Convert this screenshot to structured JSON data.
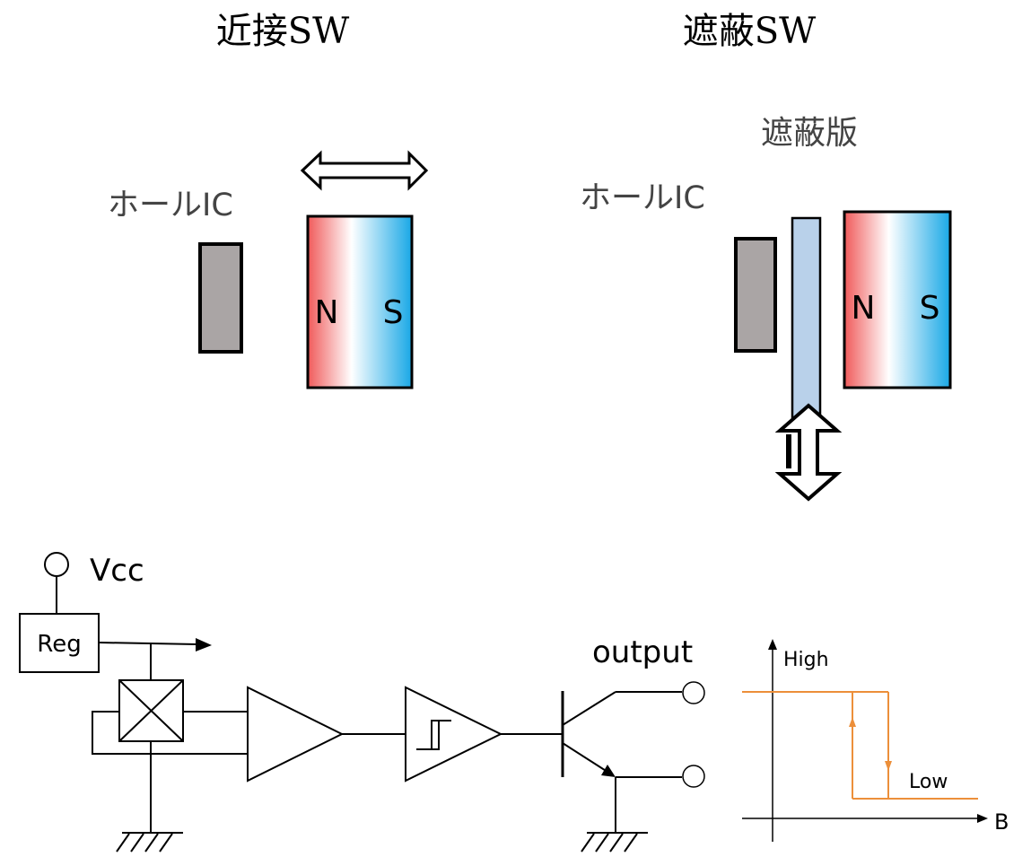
{
  "titles": {
    "proximity": "近接SW",
    "shield": "遮蔽SW"
  },
  "labels": {
    "hall_ic_left": "ホールIC",
    "hall_ic_right": "ホールIC",
    "shield_plate": "遮蔽版",
    "pole_n": "N",
    "pole_s": "S",
    "vcc": "Vcc",
    "reg": "Reg",
    "output": "output",
    "graph_high": "High",
    "graph_low": "Low",
    "graph_axis_b": "B"
  },
  "colors": {
    "north": "#f05a5a",
    "south": "#19a8e6",
    "hall_ic": "#aaa5a5",
    "shield_plate": "#b9d1ea",
    "hysteresis": "#ec8f3a"
  },
  "icons": {
    "horizontal_arrow": "double-arrow-horizontal",
    "vertical_arrow": "double-arrow-vertical",
    "hall_element": "crossed-box",
    "amplifier": "triangle",
    "schmitt_trigger": "hysteresis-triangle",
    "transistor": "npn-transistor",
    "ground": "ground-hatch"
  }
}
